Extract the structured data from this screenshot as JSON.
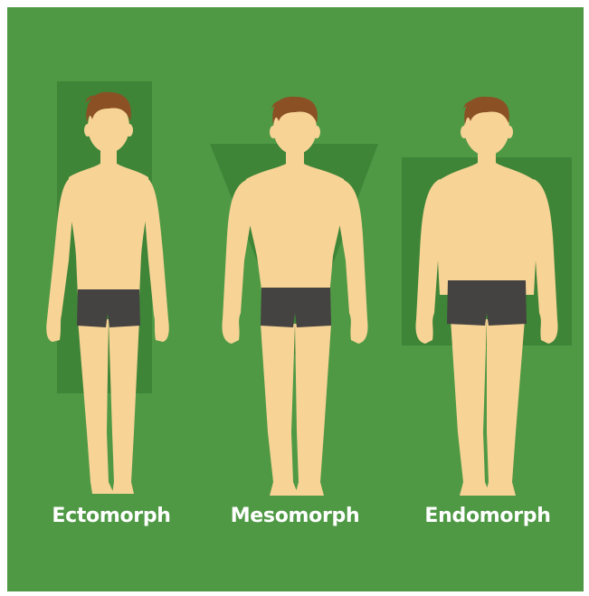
{
  "illustration": {
    "background_color": "#4f9945",
    "silhouette_shape_color": "#3e8537",
    "skin_color": "#f7d396",
    "hair_color": "#8b5124",
    "underwear_color": "#444341"
  },
  "figures": [
    {
      "label": "Ectomorph",
      "silhouette": "rectangle-narrow"
    },
    {
      "label": "Mesomorph",
      "silhouette": "inverted-triangle"
    },
    {
      "label": "Endomorph",
      "silhouette": "rectangle-wide"
    }
  ]
}
